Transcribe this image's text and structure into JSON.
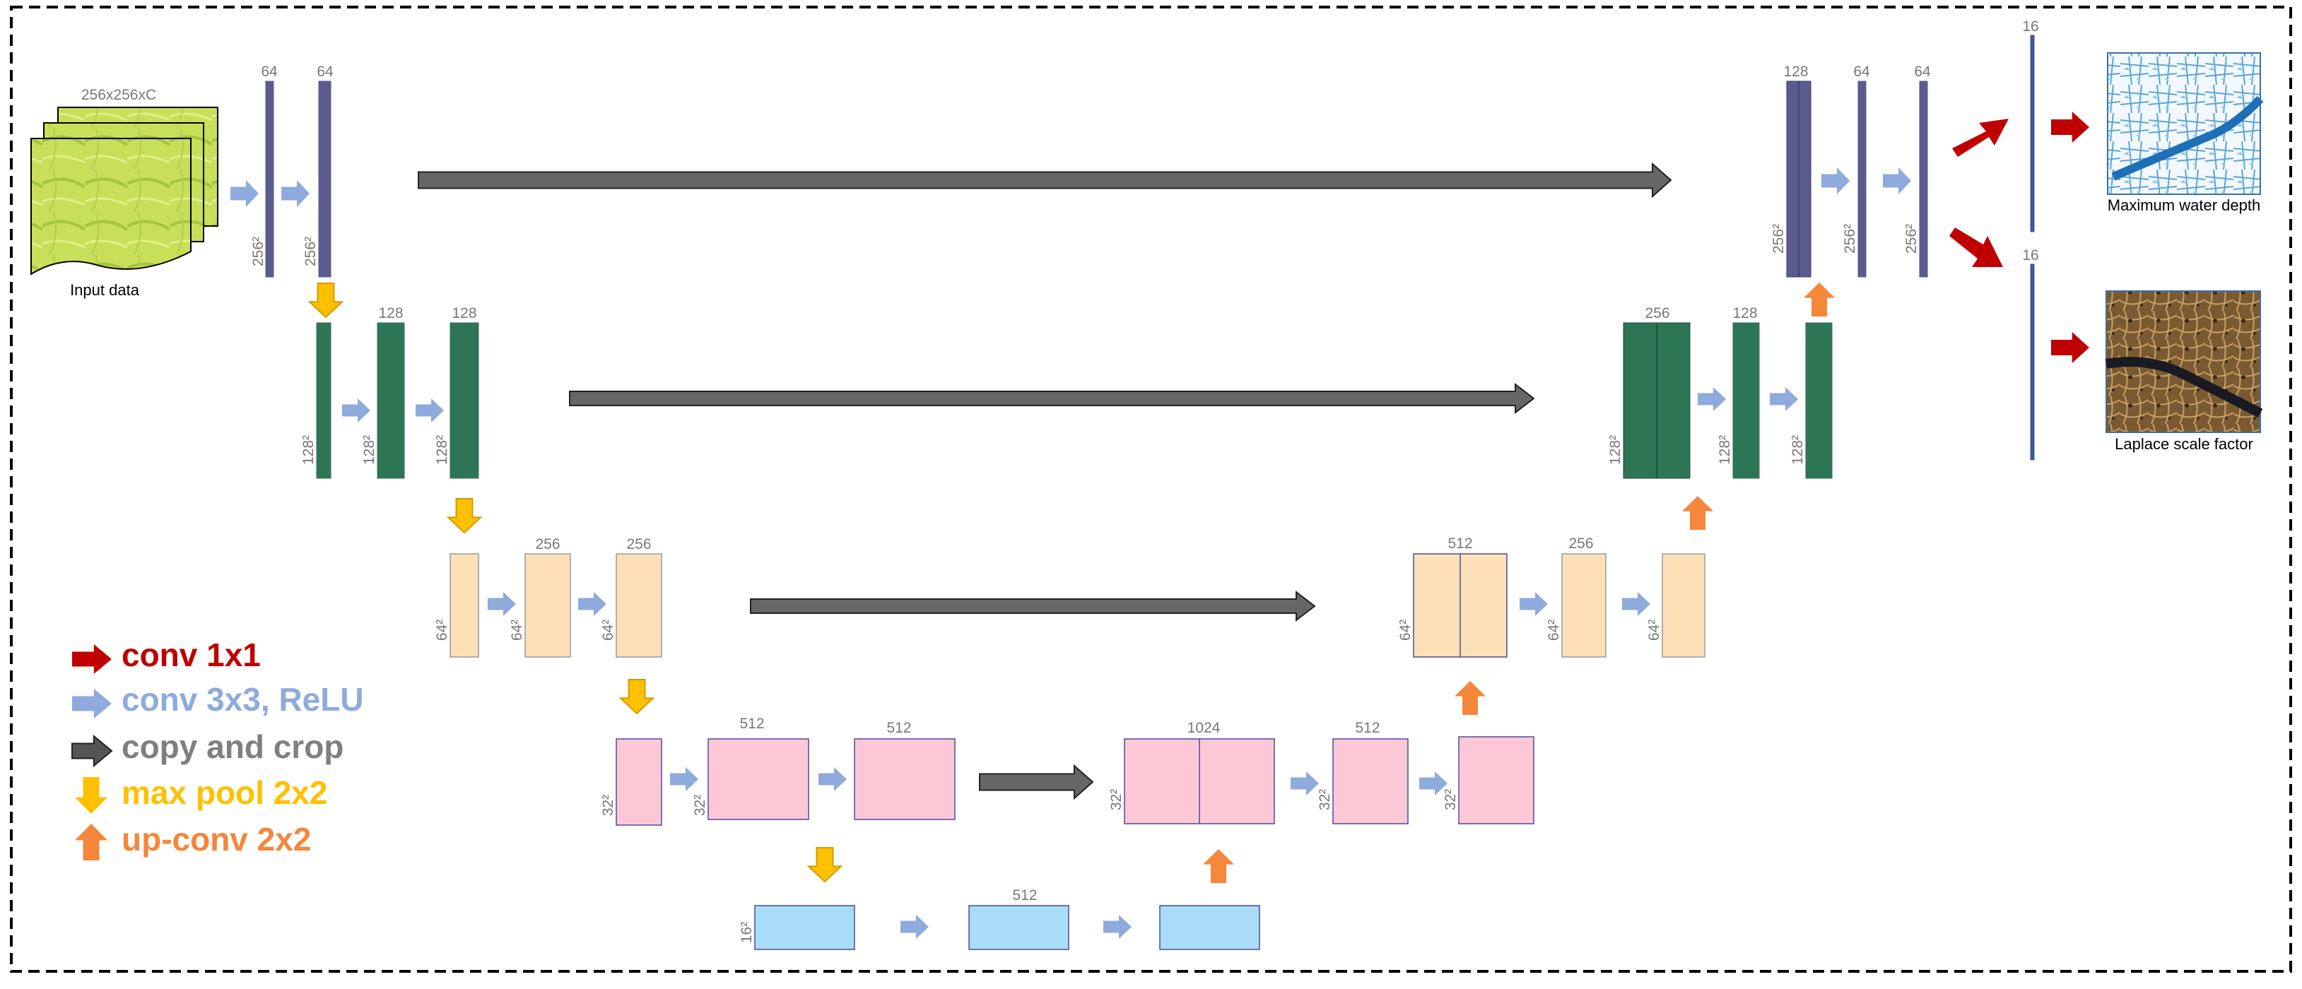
{
  "input": {
    "dims_label": "256x256xC",
    "caption": "Input data"
  },
  "layers": [
    {
      "id": "e1a",
      "channels": "64",
      "size": "256²",
      "color": "#5a5b8e"
    },
    {
      "id": "e1b",
      "channels": "64",
      "size": "256²",
      "color": "#5a5b8e"
    },
    {
      "id": "e2a",
      "channels": "",
      "size": "128²",
      "color": "#2e7556"
    },
    {
      "id": "e2b",
      "channels": "128",
      "size": "128²",
      "color": "#2e7556"
    },
    {
      "id": "e2c",
      "channels": "128",
      "size": "128²",
      "color": "#2e7556"
    },
    {
      "id": "e3a",
      "channels": "",
      "size": "64²",
      "color": "#fde0b7"
    },
    {
      "id": "e3b",
      "channels": "256",
      "size": "64²",
      "color": "#fde0b7"
    },
    {
      "id": "e3c",
      "channels": "256",
      "size": "64²",
      "color": "#fde0b7"
    },
    {
      "id": "e4a",
      "channels": "",
      "size": "32²",
      "color": "#fdc8d6"
    },
    {
      "id": "e4b",
      "channels": "512",
      "size": "32²",
      "color": "#fdc8d6"
    },
    {
      "id": "e4c",
      "channels": "512",
      "size": "",
      "color": "#fdc8d6"
    },
    {
      "id": "b1",
      "channels": "",
      "size": "16²",
      "color": "#a9dcf6"
    },
    {
      "id": "b2",
      "channels": "512",
      "size": "",
      "color": "#a9dcf6"
    },
    {
      "id": "b3",
      "channels": "",
      "size": "",
      "color": "#a9dcf6"
    },
    {
      "id": "d4a",
      "channels": "1024",
      "size": "32²",
      "color": "#fdc8d6"
    },
    {
      "id": "d4b",
      "channels": "512",
      "size": "32²",
      "color": "#fdc8d6"
    },
    {
      "id": "d4c",
      "channels": "",
      "size": "32²",
      "color": "#fdc8d6"
    },
    {
      "id": "d3a",
      "channels": "512",
      "size": "64²",
      "color": "#fde0b7"
    },
    {
      "id": "d3b",
      "channels": "256",
      "size": "64²",
      "color": "#fde0b7"
    },
    {
      "id": "d3c",
      "channels": "",
      "size": "64²",
      "color": "#fde0b7"
    },
    {
      "id": "d2a",
      "channels": "256",
      "size": "128²",
      "color": "#2e7556"
    },
    {
      "id": "d2b",
      "channels": "128",
      "size": "128²",
      "color": "#2e7556"
    },
    {
      "id": "d2c",
      "channels": "",
      "size": "128²",
      "color": "#2e7556"
    },
    {
      "id": "d1a",
      "channels": "128",
      "size": "256²",
      "color": "#5a5b8e"
    },
    {
      "id": "d1b",
      "channels": "64",
      "size": "256²",
      "color": "#5a5b8e"
    },
    {
      "id": "d1c",
      "channels": "64",
      "size": "256²",
      "color": "#5a5b8e"
    },
    {
      "id": "o1",
      "channels": "16",
      "size": "",
      "color": "#3e5a96"
    },
    {
      "id": "o2",
      "channels": "16",
      "size": "",
      "color": "#3e5a96"
    }
  ],
  "outputs": [
    {
      "caption": "Maximum water depth"
    },
    {
      "caption": "Laplace scale factor"
    }
  ],
  "legend": [
    {
      "label": "conv 1x1",
      "color": "#c00000",
      "icon": "arrow-right-icon"
    },
    {
      "label": "conv 3x3, ReLU",
      "color": "#8faadc",
      "icon": "arrow-right-icon"
    },
    {
      "label": "copy and crop",
      "color": "#7f7f7f",
      "icon": "arrow-right-icon"
    },
    {
      "label": "max pool 2x2",
      "color": "#ffc000",
      "icon": "arrow-down-icon"
    },
    {
      "label": "up-conv 2x2",
      "color": "#f4873a",
      "icon": "arrow-up-icon"
    }
  ],
  "colors": {
    "conv1x1": "#c00000",
    "conv3x3": "#8faadc",
    "copy": "#666666",
    "maxpool": "#ffc000",
    "upconv": "#f4873a",
    "border": "#000000"
  }
}
